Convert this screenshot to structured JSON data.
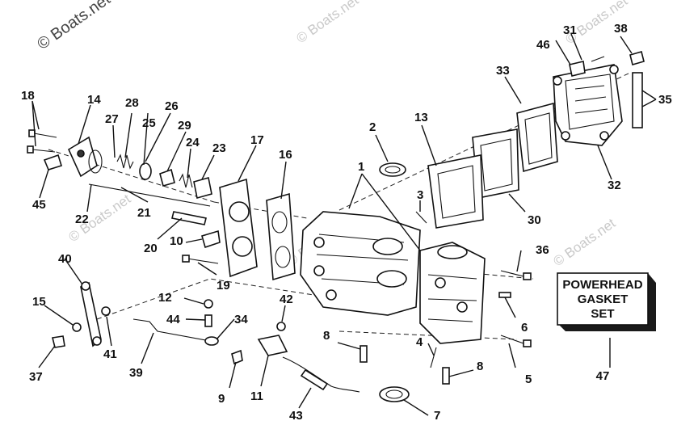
{
  "watermarks": [
    "© Boats.net",
    "© Boats.net",
    "© Boats.net",
    "© Boats.net",
    "© Boats.net",
    "© Boats.net"
  ],
  "gasket_set": {
    "line1": "POWERHEAD",
    "line2": "GASKET",
    "line3": "SET",
    "callout": "47"
  },
  "callouts": {
    "c1": "1",
    "c2": "2",
    "c3": "3",
    "c4": "4",
    "c5": "5",
    "c6": "6",
    "c7": "7",
    "c8a": "8",
    "c8b": "8",
    "c9": "9",
    "c10": "10",
    "c11": "11",
    "c12": "12",
    "c13": "13",
    "c14": "14",
    "c15": "15",
    "c16": "16",
    "c17": "17",
    "c18": "18",
    "c19": "19",
    "c20": "20",
    "c21": "21",
    "c22": "22",
    "c23": "23",
    "c24": "24",
    "c25": "25",
    "c26": "26",
    "c27": "27",
    "c28": "28",
    "c29": "29",
    "c30": "30",
    "c31": "31",
    "c32": "32",
    "c33": "33",
    "c34": "34",
    "c35": "35",
    "c36": "36",
    "c37": "37",
    "c38": "38",
    "c39": "39",
    "c40": "40",
    "c41": "41",
    "c42": "42",
    "c43": "43",
    "c44": "44",
    "c45": "45",
    "c46": "46"
  }
}
